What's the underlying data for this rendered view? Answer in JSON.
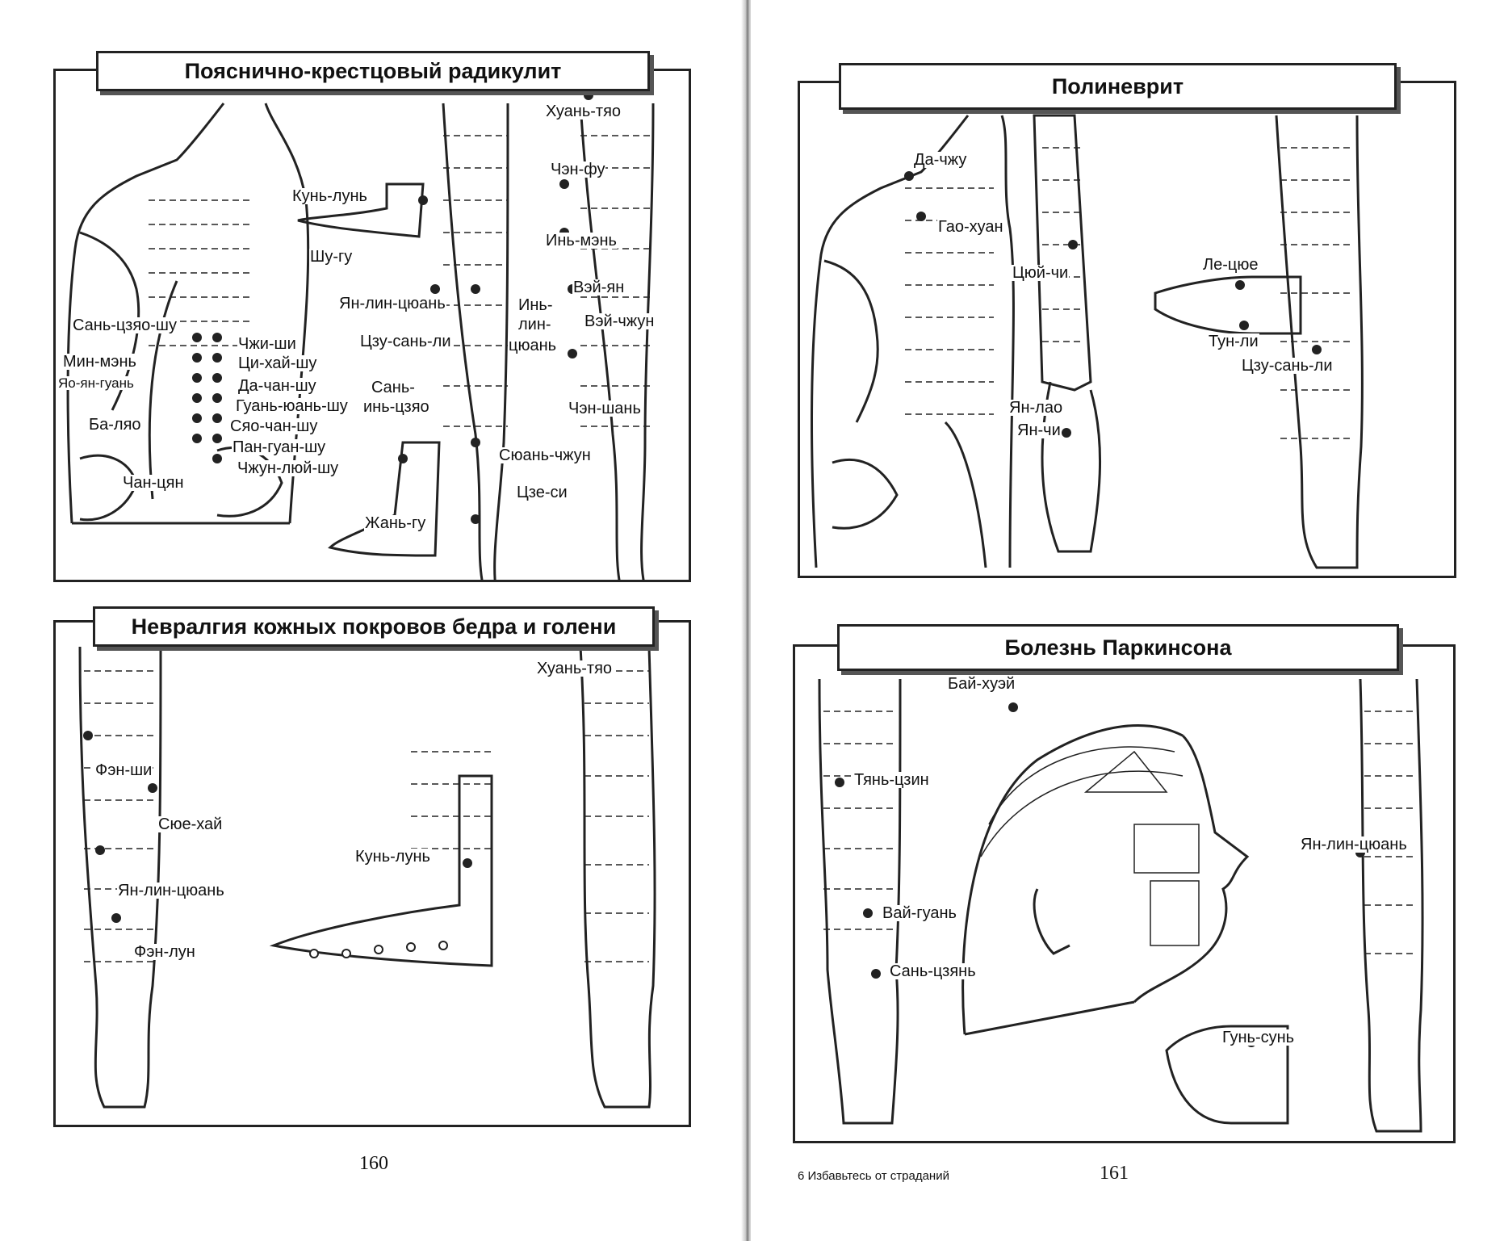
{
  "left_page": {
    "page_number": "160",
    "panel_radiculitis": {
      "title": "Пояснично-крестцовый радикулит",
      "points": {
        "huan_tyao": "Хуань-тяо",
        "chen_fu": "Чэн-фу",
        "kun_lun": "Кунь-лунь",
        "shu_gu": "Шу-гу",
        "in_men": "Инь-мэнь",
        "vey_yan": "Вэй-ян",
        "yan_lin_quan": "Ян-лин-цюань",
        "in_lin_quan_1": "Инь-",
        "in_lin_quan_2": "лин-",
        "in_lin_quan_3": "цюань",
        "vey_chzhun": "Вэй-чжун",
        "san_jiao_shu": "Сань-цзяо-шу",
        "tszu_san_li": "Цзу-сань-ли",
        "chzhi_shi": "Чжи-ши",
        "min_men": "Мин-мэнь",
        "qi_hai_shu": "Ци-хай-шу",
        "yao_yan_guan": "Яо-ян-гуань",
        "da_chan_shu": "Да-чан-шу",
        "san_yin_jiao_1": "Сань-",
        "san_yin_jiao_2": "инь-цзяо",
        "chen_shan": "Чэн-шань",
        "guan_yuan_shu": "Гуань-юань-шу",
        "ba_lyao": "Ба-ляо",
        "syao_chan_shu": "Сяо-чан-шу",
        "pan_guan_shu": "Пан-гуан-шу",
        "syuan_chzhun": "Сюань-чжун",
        "chzhun_lyuy_shu": "Чжун-люй-шу",
        "chan_tsyan": "Чан-цян",
        "tsze_si": "Цзе-си",
        "zhan_gu": "Жань-гу"
      }
    },
    "panel_neuralgia": {
      "title": "Невралгия кожных покровов бедра и голени",
      "points": {
        "huan_tyao": "Хуань-тяо",
        "fen_shi": "Фэн-ши",
        "syue_hai": "Сюе-хай",
        "kun_lun": "Кунь-лунь",
        "yan_lin_quan": "Ян-лин-цюань",
        "fen_lun": "Фэн-лун"
      }
    }
  },
  "right_page": {
    "page_number": "161",
    "footer": "6 Избавьтесь от страданий",
    "panel_polyneuritis": {
      "title": "Полиневрит",
      "points": {
        "da_chzhu": "Да-чжу",
        "gao_huan": "Гао-хуан",
        "le_que": "Ле-цюе",
        "tsyuy_chi": "Цюй-чи",
        "tun_li": "Тун-ли",
        "tszu_san_li": "Цзу-сань-ли",
        "yan_lao": "Ян-лао",
        "yan_chi": "Ян-чи"
      }
    },
    "panel_parkinson": {
      "title": "Болезнь Паркинсона",
      "points": {
        "bai_huey": "Бай-хуэй",
        "tyan_tszin": "Тянь-цзин",
        "yan_lin_quan": "Ян-лин-цюань",
        "vai_guan": "Вай-гуань",
        "san_tszyan": "Сань-цзянь",
        "gun_sun": "Гунь-сунь"
      }
    }
  }
}
